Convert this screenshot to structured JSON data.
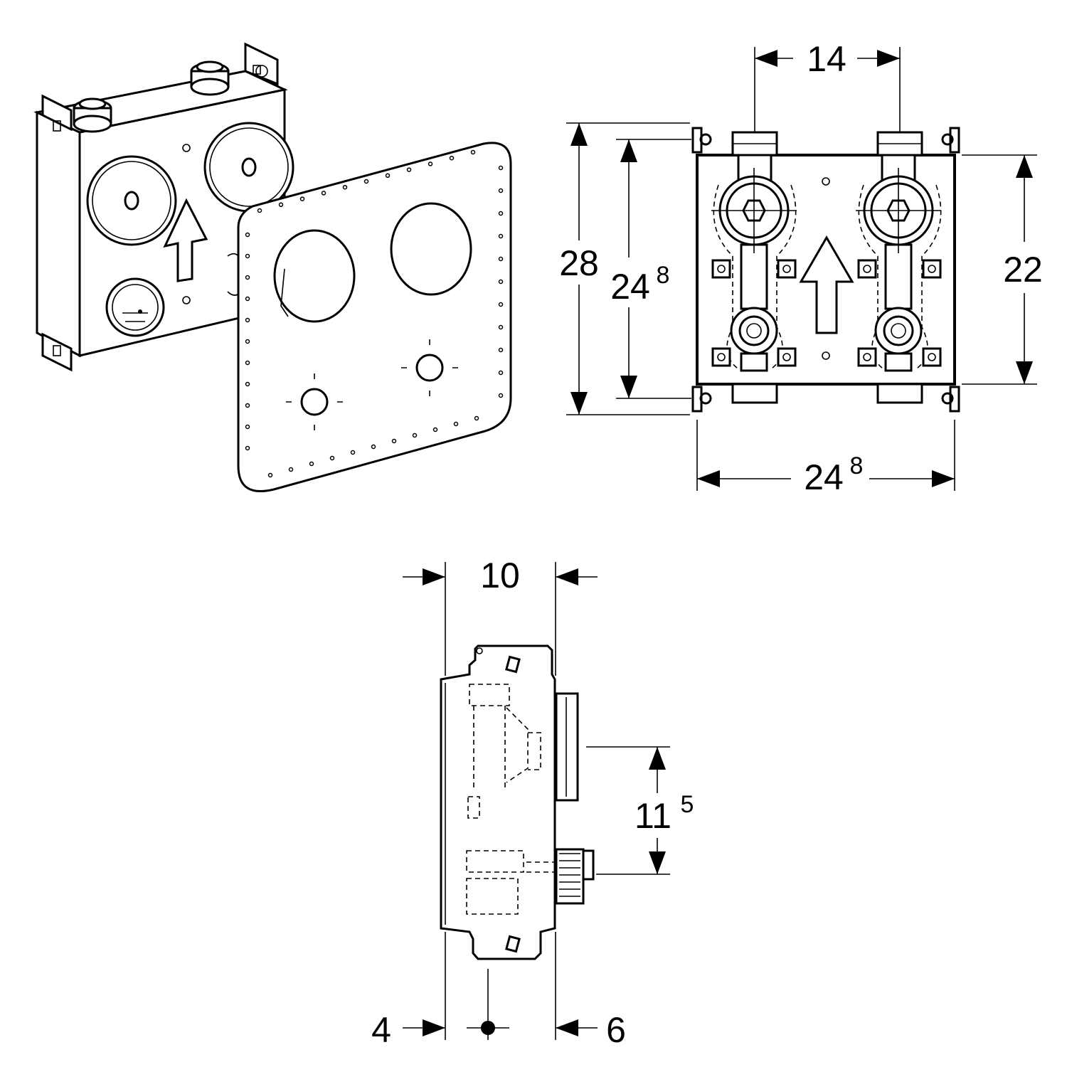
{
  "front_view": {
    "width_top": "14",
    "height_outer": "28",
    "height_inner_main": "24",
    "height_inner_sup": "8",
    "height_right": "22",
    "width_bottom_main": "24",
    "width_bottom_sup": "8"
  },
  "side_view": {
    "depth": "10",
    "offset_main": "11",
    "offset_sup": "5",
    "min_depth_left": "4",
    "min_depth_right": "6"
  }
}
